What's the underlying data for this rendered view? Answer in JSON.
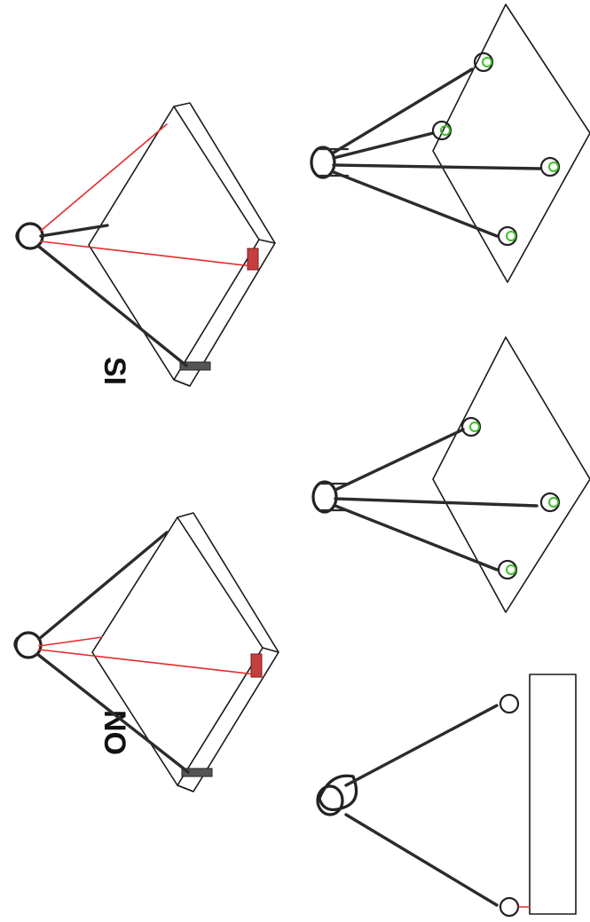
{
  "labels": {
    "no": "NO",
    "yes": "SI"
  },
  "colors": {
    "incorrect_sling": "#e52b2b",
    "hook_point": "#3fbf2a",
    "outline": "#1a1a1a"
  },
  "panels": [
    {
      "id": "no-example",
      "verdict": "NO"
    },
    {
      "id": "si-example",
      "verdict": "SI"
    },
    {
      "id": "two-leg-lift"
    },
    {
      "id": "three-leg-lift"
    },
    {
      "id": "four-leg-lift"
    }
  ]
}
